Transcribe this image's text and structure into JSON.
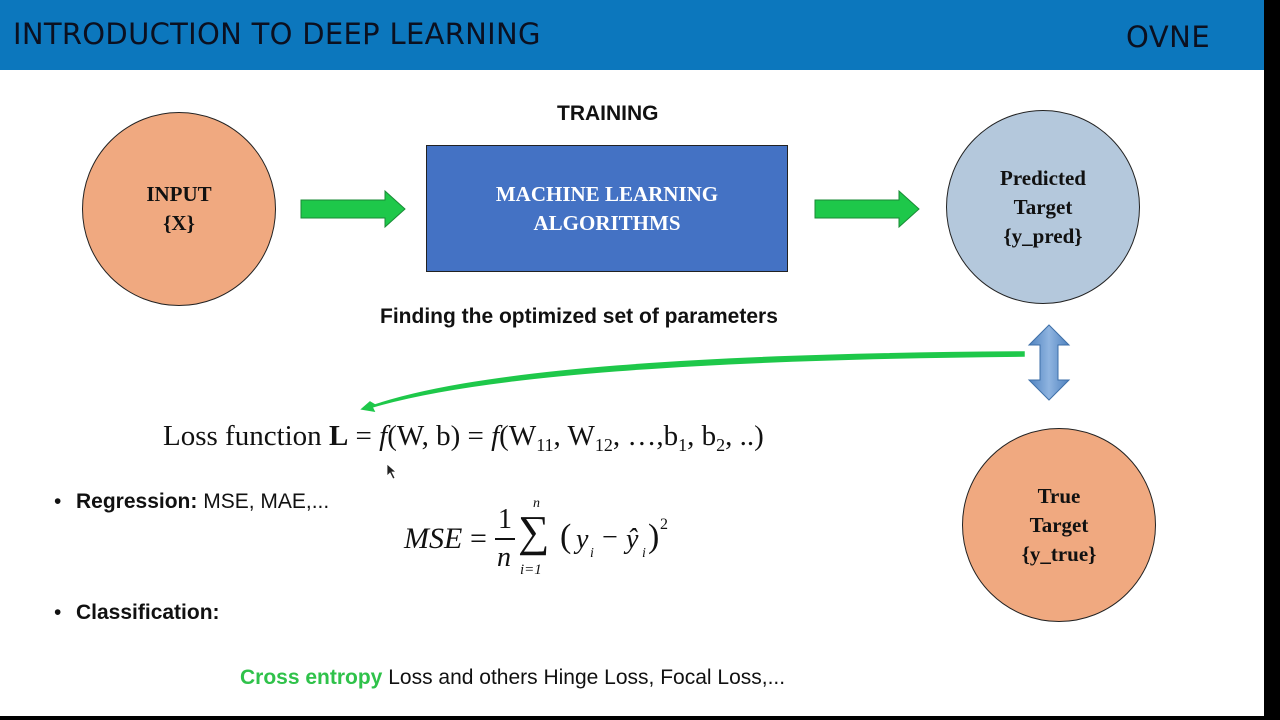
{
  "header": {
    "title": "INTRODUCTION TO DEEP LEARNING",
    "brand": "OVNE"
  },
  "diagram": {
    "stage_label": "TRAINING",
    "input_node": {
      "line1": "INPUT",
      "line2": "{X}"
    },
    "algorithm_box": {
      "line1": "MACHINE LEARNING",
      "line2": "ALGORITHMS"
    },
    "predicted_node": {
      "line1": "Predicted",
      "line2": "Target",
      "line3": "{y_pred}"
    },
    "true_node": {
      "line1": "True",
      "line2": "Target",
      "line3": "{y_true}"
    },
    "optimization_label": "Finding the optimized set of parameters"
  },
  "loss": {
    "prefix": "Loss function ",
    "symbol": "L",
    "f": "f",
    "args_1": "(W, b) = ",
    "args_2": "(W",
    "sub_11": "11",
    "sep_1": ", W",
    "sub_12": "12",
    "sep_2": ", …,b",
    "sub_1": "1",
    "sep_3": ", b",
    "sub_2": "2",
    "tail": ", ..)"
  },
  "bullets": {
    "regression": {
      "label": "Regression:",
      "text": " MSE, MAE,..."
    },
    "classification": {
      "label": "Classification:"
    }
  },
  "mse": {
    "lhs": "MSE",
    "eq": "=",
    "num": "1",
    "den": "n",
    "sum": "∑",
    "upper": "n",
    "lower": "i=1",
    "open": "(",
    "y": "y",
    "sub_i": "i",
    "minus": "−",
    "yhat": "ŷ",
    "sub_i2": "i",
    "close": ")",
    "power": "2"
  },
  "classification_detail": {
    "highlight": "Cross entropy",
    "rest": " Loss and others Hinge Loss, Focal Loss,..."
  },
  "colors": {
    "header_bar": "#0c77bd",
    "flow_arrow": "#1ec84a",
    "algorithm_box": "#4472c4",
    "input_node": "#f0a980",
    "predicted_node": "#b4c8dc",
    "compare_arrow": "#5b8ec6"
  }
}
